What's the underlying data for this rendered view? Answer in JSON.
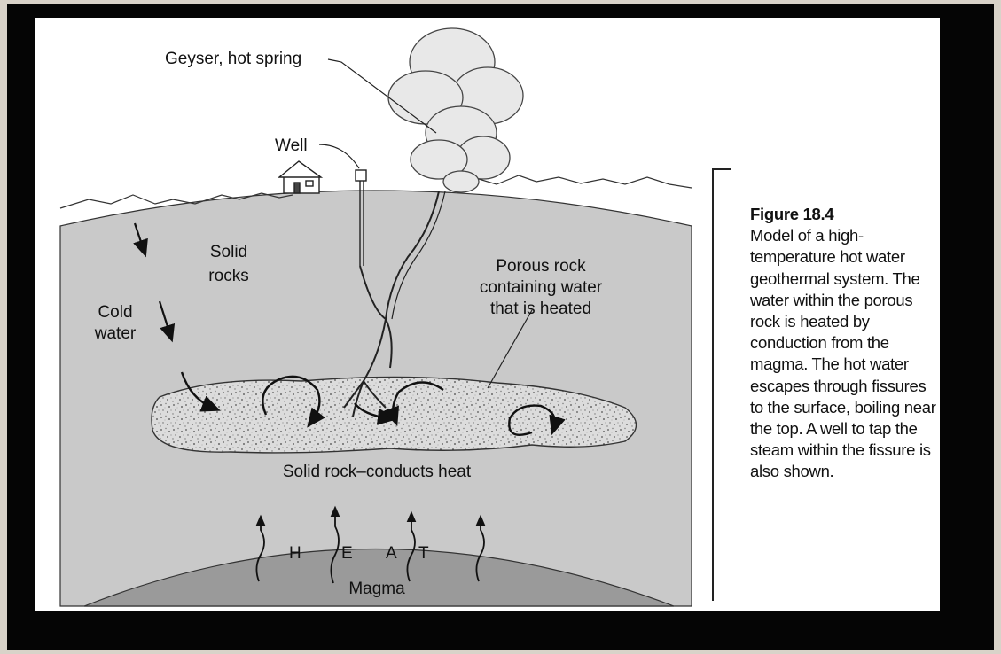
{
  "labels": {
    "geyser": "Geyser, hot spring",
    "well": "Well",
    "solid_rocks": [
      "Solid",
      "rocks"
    ],
    "cold_water": [
      "Cold",
      "water"
    ],
    "porous_rock": [
      "Porous rock",
      "containing water",
      "that is heated"
    ],
    "solid_rock_conducts": "Solid rock–conducts heat",
    "heat_letters": [
      "H",
      "E",
      "A",
      "T"
    ],
    "magma": "Magma"
  },
  "caption": {
    "title": "Figure 18.4",
    "body": "Model of a high-temperature hot water geothermal system. The water within the porous rock is heated by conduction from the magma. The hot water escapes through fissures to the surface, boiling near the top. A well to tap the steam within the fissure is also shown."
  },
  "colors": {
    "frame": "#050505",
    "crust": "#c9c9c9",
    "magma": "#9a9a9a",
    "porous_rock": "#d8d8d8",
    "steam": "#e6e6e6"
  }
}
